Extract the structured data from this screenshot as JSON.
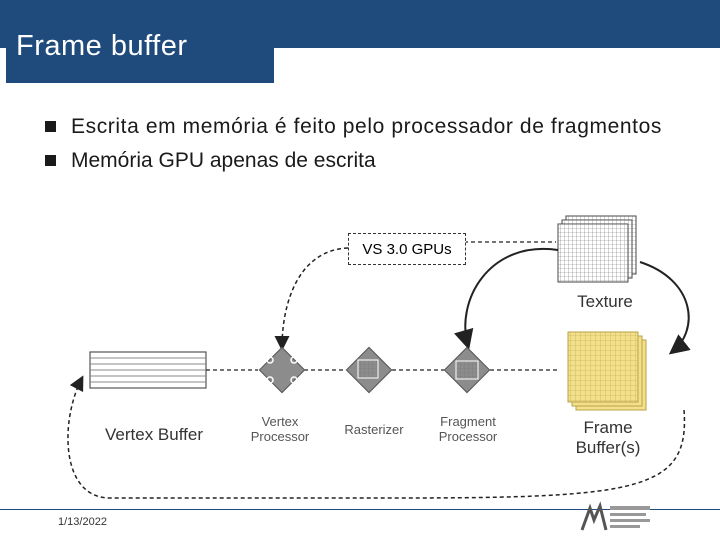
{
  "slide": {
    "title": "Frame buffer",
    "bullets": [
      "Escrita em memória é feito pelo processador de fragmentos",
      "Memória GPU apenas de escrita"
    ]
  },
  "diagram": {
    "vs_label": "VS 3.0 GPUs",
    "texture_label": "Texture",
    "vertex_buffer_label": "Vertex Buffer",
    "vertex_processor_label": "Vertex Processor",
    "rasterizer_label": "Rasterizer",
    "fragment_processor_label": "Fragment Processor",
    "frame_buffer_label": "Frame Buffer(s)"
  },
  "footer": {
    "date": "1/13/2022"
  },
  "colors": {
    "accent": "#1f4a7c",
    "frame_buffer": "#f2e08a"
  }
}
